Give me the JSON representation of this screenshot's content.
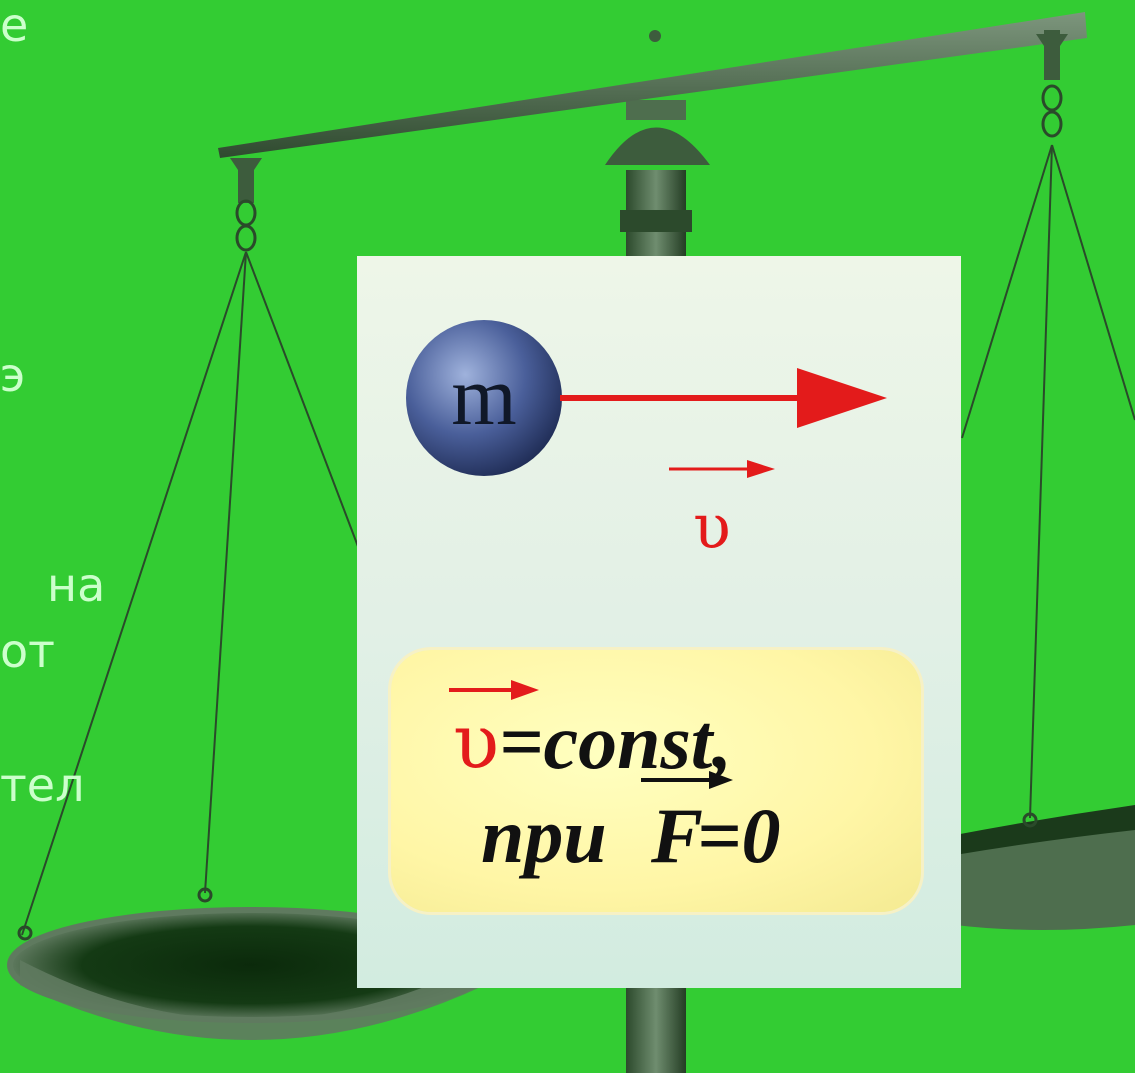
{
  "background_color": "#33cc33",
  "scale_color": "#3d5c3d",
  "text_fragments": [
    "е",
    "э",
    "на",
    "от",
    "тел"
  ],
  "card": {
    "mass_label": "m",
    "velocity_symbol": "υ",
    "formula_line1_symbol": "υ",
    "formula_line1_rest": "=const,",
    "formula_line2_prefix": "при",
    "formula_line2_symbol": "F",
    "formula_line2_rest": "=0",
    "ball_color": "#4a5f9a",
    "arrow_color": "#e31b1b",
    "formula_box_color": "#fff6a6"
  }
}
